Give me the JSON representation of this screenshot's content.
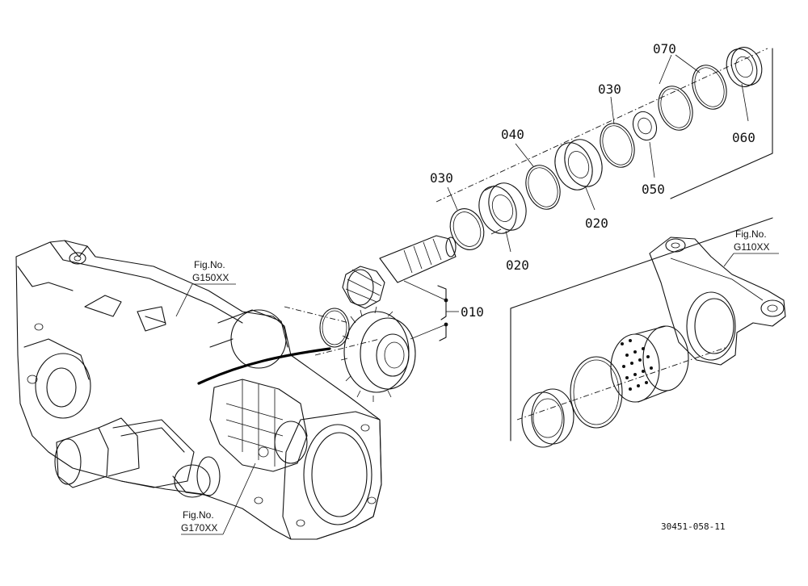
{
  "labels": {
    "p070": "070",
    "p060": "060",
    "p030a": "030",
    "p040": "040",
    "p050": "050",
    "p020a": "020",
    "p030b": "030",
    "p020b": "020",
    "p010": "010"
  },
  "figrefs": {
    "g110": {
      "line1": "Fig.No.",
      "line2": "G110XX"
    },
    "g150": {
      "line1": "Fig.No.",
      "line2": "G150XX"
    },
    "g170": {
      "line1": "Fig.No.",
      "line2": "G170XX"
    }
  },
  "drawing_ref": "30451-058-11"
}
